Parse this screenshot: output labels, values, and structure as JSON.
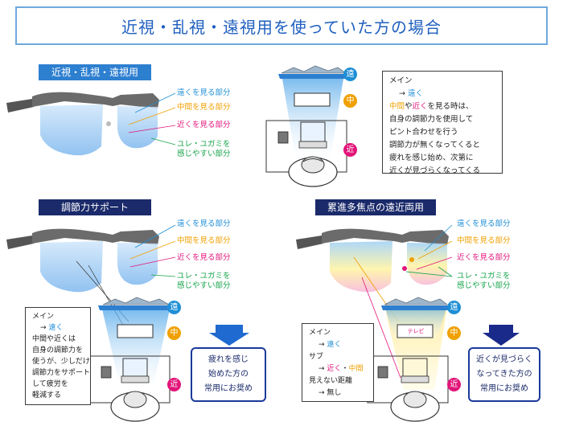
{
  "title": "近視・乱視・遠視用を使っていた方の場合",
  "sections": {
    "top": {
      "label": "近視・乱視・遠視用",
      "zones": {
        "far": "遠くを見る部分",
        "mid": "中間を見る部分",
        "near": "近くを見る部分",
        "distort_1": "ユレ・ユガミを",
        "distort_2": "感じやすい部分"
      },
      "markers": {
        "far": "遠",
        "mid": "中",
        "near": "近"
      },
      "note": {
        "l1": "メイン",
        "l2_arrow": "→",
        "l2": "遠く",
        "l3_a": "中間",
        "l3_b": "や",
        "l3_c": "近く",
        "l3_d": "を見る時は、",
        "l4": "自身の調節力を使用して",
        "l5": "ピント合わせを行う",
        "l6": "調節力が無くなってくると",
        "l7": "疲れを感じ始め、次第に",
        "l8": "近くが見づらくなってくる"
      }
    },
    "support": {
      "label": "調節力サポート",
      "zones": {
        "far": "遠くを見る部分",
        "mid": "中間を見る部分",
        "near": "近くを見る部分",
        "distort_1": "ユレ・ユガミを",
        "distort_2": "感じやすい部分"
      },
      "markers": {
        "far": "遠",
        "mid": "中",
        "near": "近"
      },
      "note": {
        "l1": "メイン",
        "l2_arrow": "→",
        "l2": "遠く",
        "l3": "中間や近くは",
        "l4": "自身の調節力を",
        "l5": "使うが、少しだけ",
        "l6": "調節力をサポート",
        "l7": "して疲労を",
        "l8": "軽減する"
      },
      "recommend": {
        "l1": "疲れを感じ",
        "l2": "始めた方の",
        "l3": "常用にお奨め"
      }
    },
    "progressive": {
      "label": "累進多焦点の遠近両用",
      "zones": {
        "far": "遠くを見る部分",
        "mid": "中間を見る部分",
        "near": "近くを見る部分",
        "distort_1": "ユレ・ユガミを",
        "distort_2": "感じやすい部分"
      },
      "markers": {
        "far": "遠",
        "mid": "中",
        "near": "近"
      },
      "screen_label": "テレビ",
      "note": {
        "l1": "メイン",
        "l2_arrow": "→",
        "l2": "遠く",
        "l3": "サブ",
        "l4_arrow": "→",
        "l4_a": "近く",
        "l4_b": "・",
        "l4_c": "中間",
        "l5": "見えない距離",
        "l6_arrow": "→",
        "l6": "無し"
      },
      "recommend": {
        "l1": "近くが見づらく",
        "l2": "なってきた方の",
        "l3": "常用にお奨め"
      }
    }
  },
  "colors": {
    "title": "#1f5fbf",
    "label_top": "#2d7fd0",
    "label_dark": "#1a2a6a",
    "far": "#1f8fd6",
    "mid": "#f0a000",
    "near": "#e2157a",
    "distort": "#16a34a",
    "arrow": "#1f6ad0",
    "arrow_dark": "#1a2a8a"
  }
}
